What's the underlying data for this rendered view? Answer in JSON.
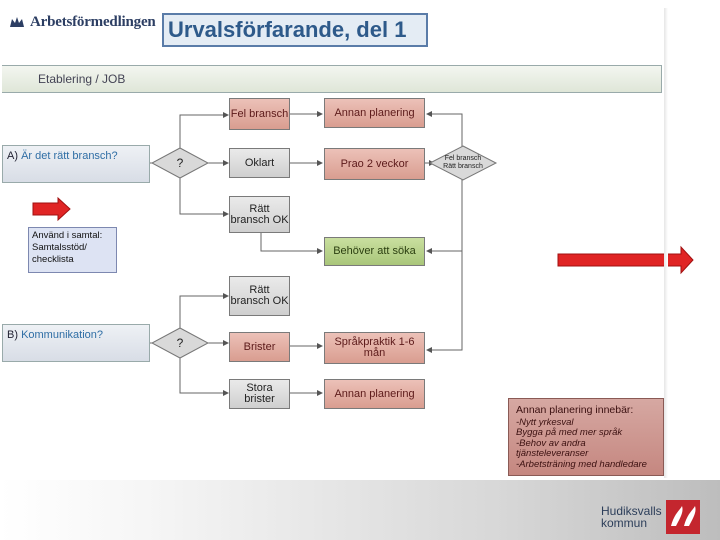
{
  "header": {
    "logo_text": "Arbetsförmedlingen",
    "title": "Urvalsförfarande, del 1"
  },
  "band": {
    "label": "Etablering / JOB"
  },
  "rows": {
    "a": {
      "prefix": "A) ",
      "question": "Är det rätt bransch?"
    },
    "b": {
      "prefix": "B) ",
      "question": "Kommunikation?"
    }
  },
  "diamonds": {
    "d1": "?",
    "d2": "?",
    "d3": "Fel bransch Rätt bransch"
  },
  "boxes": {
    "fel_bransch": "Fel bransch",
    "annan1": "Annan planering",
    "oklart": "Oklart",
    "prao": "Prao 2 veckor",
    "ratt1": "Rätt bransch OK",
    "behover": "Behöver att söka",
    "ratt2": "Rätt bransch OK",
    "brister": "Brister",
    "sprak": "Språkpraktik 1-6 mån",
    "stora": "Stora brister",
    "annan2": "Annan planering"
  },
  "note": {
    "text": "Använd i samtal: Samtalsstöd/ checklista"
  },
  "sidebox": {
    "title": "Annan planering innebär:",
    "lines": [
      "-Nytt yrkesval",
      " Bygga på med mer språk",
      "-Behov av andra tjänsteleveranser",
      "-Arbetsträning med handledare"
    ]
  },
  "footer": {
    "logo_line1": "Hudiksvalls",
    "logo_line2": "kommun"
  },
  "colors": {
    "red_box": "#d99d90",
    "green_box": "#a9c67a",
    "arrow_red": "#e02424",
    "title_blue": "#2e5a8a"
  }
}
